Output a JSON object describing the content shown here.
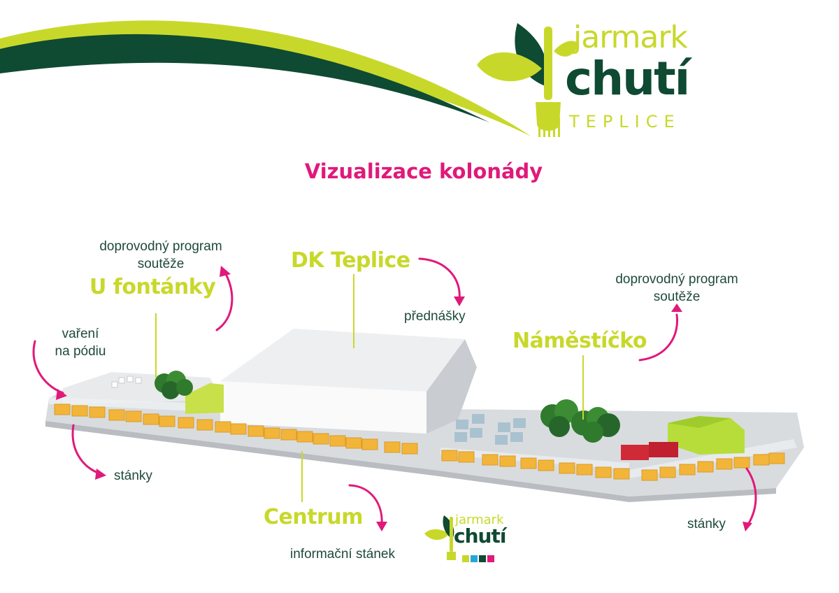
{
  "logo": {
    "word1": "jarmark",
    "word2": "chutí",
    "city": "TEPLICE"
  },
  "heading": "Vizualizace kolonády",
  "zones": {
    "u_fontanky": {
      "title": "U fontánky",
      "note_line1": "doprovodný program",
      "note_line2": "soutěže"
    },
    "dk_teplice": {
      "title": "DK Teplice",
      "note": "přednášky"
    },
    "namesticko": {
      "title": "Náměstíčko",
      "note_line1": "doprovodný program",
      "note_line2": "soutěže"
    },
    "centrum": {
      "title": "Centrum",
      "note": "informační stánek"
    }
  },
  "labels": {
    "vareni_line1": "vaření",
    "vareni_line2": "na pódiu",
    "stanky_left": "stánky",
    "stanky_right": "stánky"
  },
  "mini_logo": {
    "word1": "jarmark",
    "word2": "chutí"
  },
  "colors": {
    "accent_pink": "#e0197a",
    "lime": "#c8d82a",
    "dark_green": "#0f4a33",
    "stall_yellow": "#f2b53a"
  }
}
